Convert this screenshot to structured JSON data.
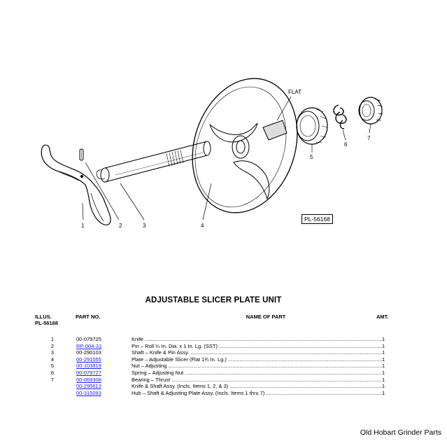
{
  "figure": {
    "callouts": [
      "FLAT",
      "1",
      "2",
      "3",
      "4",
      "5",
      "6",
      "7"
    ],
    "plate_ref": "PL-56168"
  },
  "title": "ADJUSTABLE SLICER PLATE UNIT",
  "headers": {
    "illus": "ILLUS.",
    "illus_sub": "PL-56168",
    "part_no": "PART NO.",
    "name": "NAME OF PART",
    "amt": "AMT."
  },
  "parts": [
    {
      "illus": "1",
      "part_no": "00-079725",
      "name": "Knife",
      "amt": "1",
      "link": false
    },
    {
      "illus": "2",
      "part_no": "RP-004-31",
      "name": "Pin – Roll ¼ In. Dia. x 1 In. Lg. (SST)",
      "amt": "1",
      "link": true
    },
    {
      "illus": "3",
      "part_no": "00-290103",
      "name": "Shaft – Knife & Pin Assy.",
      "amt": "1",
      "link": false
    },
    {
      "illus": "4",
      "part_no": "00-291055",
      "name": "Plate – Adjustable Slicer (Flat 1¾ In. Lg.)",
      "amt": "1",
      "link": true
    },
    {
      "illus": "5",
      "part_no": "00-103819",
      "name": "Nut – Adjusting",
      "amt": "1",
      "link": true
    },
    {
      "illus": "6",
      "part_no": "00-079727",
      "name": "Spring – Adjusting Nut",
      "amt": "1",
      "link": true
    },
    {
      "illus": "7",
      "part_no": "00-069308",
      "name": "Bearing – Thrust",
      "amt": "1",
      "link": true
    },
    {
      "illus": "",
      "part_no": "00-295613",
      "name": "Knife & Shaft Assy. (Incls. Items 1, 2, & 3)",
      "amt": "1",
      "link": true
    },
    {
      "illus": "",
      "part_no": "00-315093",
      "name": "Hub – Shaft & Adjusting Plate Assy. (Incls. Items 1 thru 7)",
      "amt": "1",
      "link": true
    }
  ],
  "footer": "Old Hobart Grinder Parts"
}
